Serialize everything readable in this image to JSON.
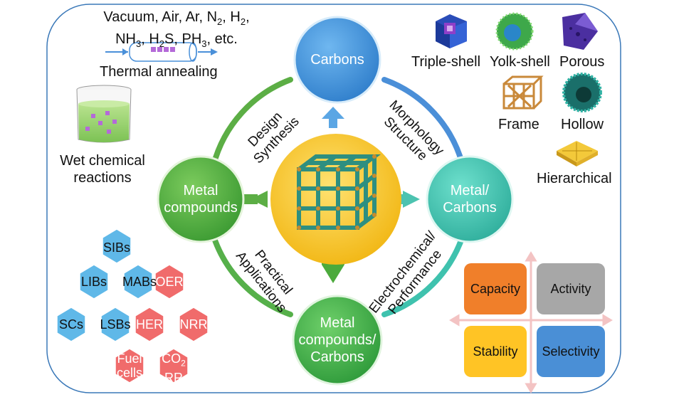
{
  "gases": {
    "line1": "Vacuum, Air, Ar, N",
    "line1_sub": "2",
    "line1_end": ", H",
    "line1_sub2": "2",
    "line1_tail": ",",
    "line2_a": "NH",
    "line2_a_sub": "3",
    "line2_b": ", H",
    "line2_b_sub": "2",
    "line2_c": "S, PH",
    "line2_c_sub": "3",
    "line2_d": ", etc."
  },
  "thermal_annealing": "Thermal annealing",
  "wet_chemical": {
    "line1": "Wet chemical",
    "line2": "reactions"
  },
  "nodes": {
    "top": "Carbons",
    "left": {
      "line1": "Metal",
      "line2": "compounds"
    },
    "right": {
      "line1": "Metal/",
      "line2": "Carbons"
    },
    "bottom": {
      "line1": "Metal",
      "line2": "compounds/",
      "line3": "Carbons"
    }
  },
  "arc_labels": {
    "top_left": {
      "line1": "Design",
      "line2": "Synthesis"
    },
    "top_right": {
      "line1": "Morphology",
      "line2": "Structure"
    },
    "bottom_left": {
      "line1": "Practical",
      "line2": "Applications"
    },
    "bottom_right": {
      "line1": "Electrochemical/",
      "line2": "Performance"
    }
  },
  "morphologies": {
    "triple_shell": "Triple-shell",
    "yolk_shell": "Yolk-shell",
    "porous": "Porous",
    "frame": "Frame",
    "hollow": "Hollow",
    "hierarchical": "Hierarchical"
  },
  "applications": {
    "blue": [
      "SIBs",
      "LIBs",
      "MABs",
      "SCs",
      "LSBs"
    ],
    "red": [
      "OER",
      "HER",
      "NRR"
    ],
    "fuel": {
      "line1": "Fuel",
      "line2": "cells"
    },
    "co2rr": {
      "pre": "CO",
      "sub": "2",
      "line2": "RR"
    }
  },
  "performance": {
    "capacity": "Capacity",
    "activity": "Activity",
    "stability": "Stability",
    "selectivity": "Selectivity"
  },
  "colors": {
    "blue_node": "#3f8fdc",
    "green_node": "#4caa3c",
    "teal_node": "#3ec3b0",
    "core": "#f5c10f",
    "hex_blue": "#5fb8e8",
    "hex_red": "#f06b6b",
    "quad_orange": "#f07f2a",
    "quad_gray": "#a7a7a7",
    "quad_yellow": "#ffc425",
    "quad_blue": "#4a8fd6"
  }
}
